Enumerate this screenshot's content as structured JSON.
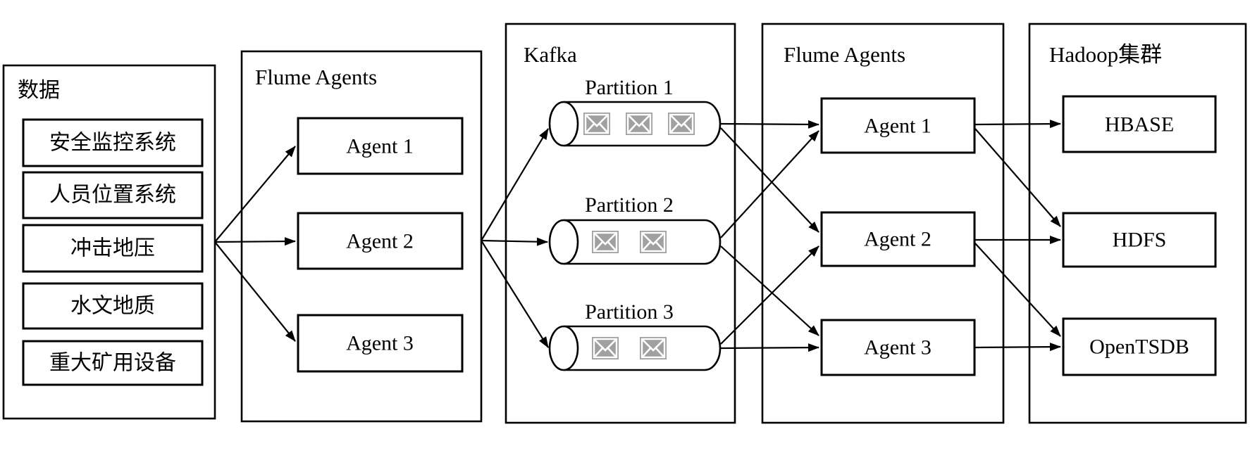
{
  "columns": {
    "data_sources": {
      "title": "数据",
      "items": [
        "安全监控系统",
        "人员位置系统",
        "冲击地压",
        "水文地质",
        "重大矿用设备"
      ]
    },
    "flume_agents_left": {
      "title": "Flume Agents",
      "agents": [
        "Agent 1",
        "Agent 2",
        "Agent 3"
      ]
    },
    "kafka": {
      "title": "Kafka",
      "partitions": [
        {
          "label": "Partition 1",
          "message_count": 3
        },
        {
          "label": "Partition 2",
          "message_count": 2
        },
        {
          "label": "Partition 3",
          "message_count": 2
        }
      ]
    },
    "flume_agents_right": {
      "title": "Flume Agents",
      "agents": [
        "Agent 1",
        "Agent 2",
        "Agent 3"
      ]
    },
    "hadoop": {
      "title": "Hadoop集群",
      "items": [
        "HBASE",
        "HDFS",
        "OpenTSDB"
      ]
    }
  },
  "edges": {
    "data_to_flume_left": [
      [
        "数据",
        "Agent 1"
      ],
      [
        "数据",
        "Agent 2"
      ],
      [
        "数据",
        "Agent 3"
      ]
    ],
    "flume_left_to_kafka": [
      [
        "Flume Agents",
        "Partition 1"
      ],
      [
        "Flume Agents",
        "Partition 2"
      ],
      [
        "Flume Agents",
        "Partition 3"
      ]
    ],
    "kafka_to_flume_right": [
      [
        "Partition 1",
        "Agent 1"
      ],
      [
        "Partition 1",
        "Agent 2"
      ],
      [
        "Partition 2",
        "Agent 1"
      ],
      [
        "Partition 2",
        "Agent 3"
      ],
      [
        "Partition 3",
        "Agent 2"
      ],
      [
        "Partition 3",
        "Agent 3"
      ]
    ],
    "flume_right_to_hadoop": [
      [
        "Agent 1",
        "HBASE"
      ],
      [
        "Agent 1",
        "HDFS"
      ],
      [
        "Agent 2",
        "HDFS"
      ],
      [
        "Agent 2",
        "OpenTSDB"
      ],
      [
        "Agent 3",
        "OpenTSDB"
      ]
    ]
  },
  "colors": {
    "line": "#000000",
    "background": "#ffffff",
    "envelope": "#a0a0a0"
  },
  "icons": {
    "message": "envelope-icon"
  }
}
